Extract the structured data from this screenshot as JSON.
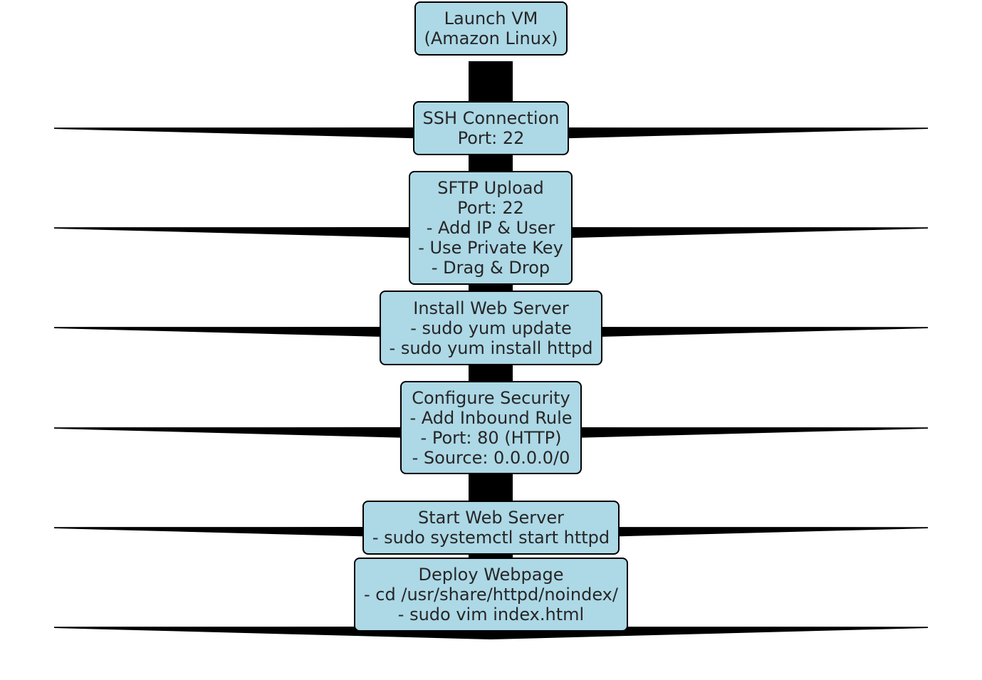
{
  "colors": {
    "node_fill": "#add8e6",
    "node_border": "#000000",
    "text": "#262626",
    "connector": "#000000",
    "background": "#ffffff"
  },
  "steps": [
    {
      "name": "launch-vm-node",
      "lines": [
        "Launch VM",
        "(Amazon Linux)"
      ]
    },
    {
      "name": "ssh-connection-node",
      "lines": [
        "SSH Connection",
        "Port: 22"
      ]
    },
    {
      "name": "sftp-upload-node",
      "lines": [
        "SFTP Upload",
        "Port: 22",
        "- Add IP & User",
        "- Use Private Key",
        "- Drag & Drop"
      ]
    },
    {
      "name": "install-web-server-node",
      "lines": [
        "Install Web Server",
        "- sudo yum update",
        "- sudo yum install httpd"
      ]
    },
    {
      "name": "configure-security-node",
      "lines": [
        "Configure Security",
        "- Add Inbound Rule",
        "- Port: 80 (HTTP)",
        "- Source: 0.0.0.0/0"
      ]
    },
    {
      "name": "start-web-server-node",
      "lines": [
        "Start Web Server",
        "- sudo systemctl start httpd"
      ]
    },
    {
      "name": "deploy-webpage-node",
      "lines": [
        "Deploy Webpage",
        "- cd /usr/share/httpd/noindex/",
        "- sudo vim index.html"
      ]
    }
  ]
}
